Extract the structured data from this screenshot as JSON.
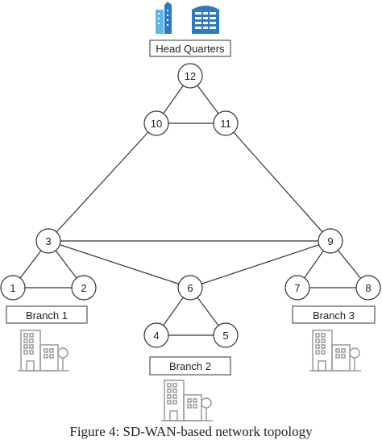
{
  "colors": {
    "hq_icon_light": "#5bb8e8",
    "hq_icon_dark": "#2f78c4",
    "branch_icon": "#9a9a9a",
    "line": "#333333"
  },
  "icons": {
    "hq": "office-buildings-icon",
    "branch": "building-with-tree-icon"
  },
  "labels": {
    "hq": "Head Quarters",
    "branch1": "Branch 1",
    "branch2": "Branch 2",
    "branch3": "Branch 3"
  },
  "nodes": {
    "n1": "1",
    "n2": "2",
    "n3": "3",
    "n4": "4",
    "n5": "5",
    "n6": "6",
    "n7": "7",
    "n8": "8",
    "n9": "9",
    "n10": "10",
    "n11": "11",
    "n12": "12"
  },
  "edges": [
    [
      "12",
      "10"
    ],
    [
      "12",
      "11"
    ],
    [
      "10",
      "11"
    ],
    [
      "10",
      "3"
    ],
    [
      "11",
      "9"
    ],
    [
      "3",
      "9"
    ],
    [
      "3",
      "6"
    ],
    [
      "9",
      "6"
    ],
    [
      "3",
      "1"
    ],
    [
      "3",
      "2"
    ],
    [
      "1",
      "2"
    ],
    [
      "9",
      "7"
    ],
    [
      "9",
      "8"
    ],
    [
      "7",
      "8"
    ],
    [
      "6",
      "4"
    ],
    [
      "6",
      "5"
    ],
    [
      "4",
      "5"
    ]
  ],
  "caption": "Figure 4: SD-WAN-based network topology"
}
